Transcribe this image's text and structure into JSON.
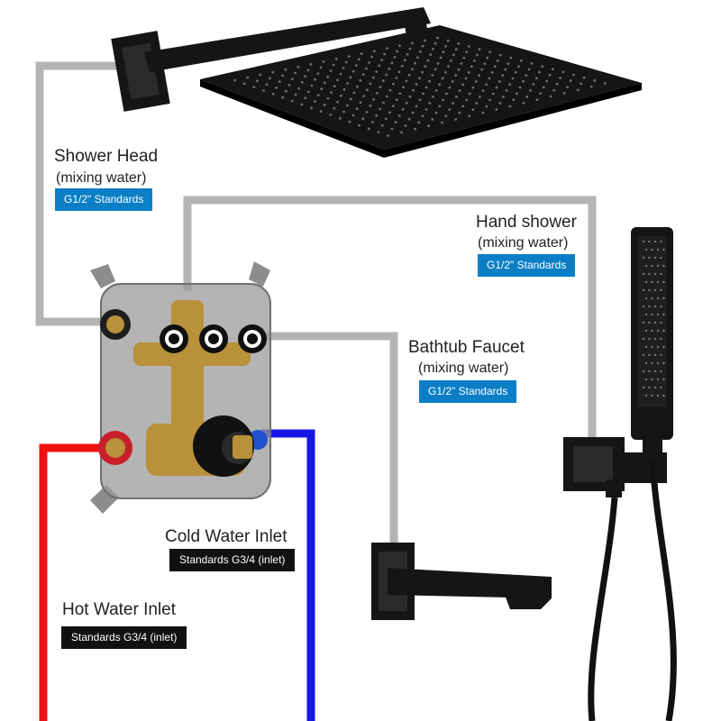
{
  "colors": {
    "pipe_mix": "#b4b4b4",
    "pipe_hot": "#f01010",
    "pipe_cold": "#1616e6",
    "fixture": "#151515",
    "brass": "#b8913a",
    "badge_blue": "#0a7fc6",
    "badge_black": "#111111"
  },
  "labels": {
    "shower_head": {
      "title": "Shower Head",
      "subtitle": "(mixing water)",
      "standard": "G1/2\" Standards"
    },
    "hand_shower": {
      "title": "Hand shower",
      "subtitle": "(mixing water)",
      "standard": "G1/2\" Standards"
    },
    "bathtub_faucet": {
      "title": "Bathtub Faucet",
      "subtitle": "(mixing water)",
      "standard": "G1/2\" Standards"
    },
    "cold_inlet": {
      "title": "Cold Water Inlet",
      "standard": "Standards G3/4 (inlet)"
    },
    "hot_inlet": {
      "title": "Hot Water Inlet",
      "standard": "Standards G3/4 (inlet)"
    }
  }
}
